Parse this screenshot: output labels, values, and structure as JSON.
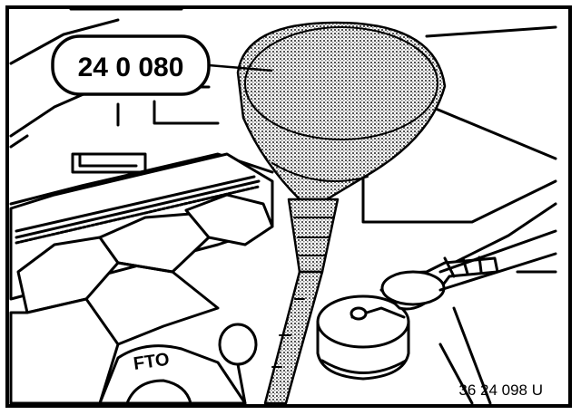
{
  "figure": {
    "tool_number": "24 0 080",
    "drawing_reference": "36 24 098 U",
    "component_marking": "FTO"
  },
  "colors": {
    "ink": "#000000",
    "paper": "#ffffff",
    "shading": "#8a8a8a"
  },
  "icons": {
    "funnel": "funnel-icon",
    "filler_cap": "filler-cap-icon",
    "cylinder_head_cover": "engine-cover-icon"
  }
}
